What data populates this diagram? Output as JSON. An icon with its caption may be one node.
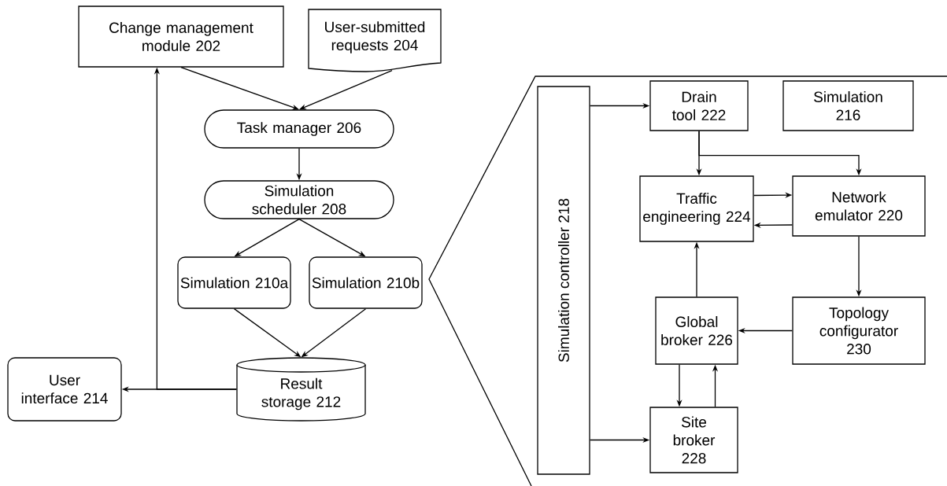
{
  "diagram": {
    "nodes": [
      {
        "text": [
          "Change management module 202"
        ]
      },
      {
        "text": [
          "User-submitted requests 204"
        ]
      },
      {
        "text": [
          "Task manager 206"
        ]
      },
      {
        "text": [
          "Simulation scheduler 208"
        ]
      },
      {
        "text": [
          "Simulation 210a"
        ]
      },
      {
        "text": [
          "Simulation 210b"
        ]
      },
      {
        "text": [
          "Result storage 212"
        ]
      },
      {
        "text": [
          "User interface 214"
        ]
      },
      {
        "text": [
          "Drain tool 222"
        ]
      },
      {
        "text": [
          "Simulation 216"
        ]
      },
      {
        "text": [
          "Simulation controller 218"
        ]
      },
      {
        "text": [
          "Traffic engineering 224"
        ]
      },
      {
        "text": [
          "Network emulator 220"
        ]
      },
      {
        "text": [
          "Global broker 226"
        ]
      },
      {
        "text": [
          "Topology configurator 230"
        ]
      },
      {
        "text": [
          "Site broker 228"
        ]
      }
    ],
    "edges": [
      {
        "from": 0,
        "to": 2,
        "arrow": "to"
      },
      {
        "from": 1,
        "to": 2,
        "arrow": "to"
      },
      {
        "from": 2,
        "to": 3,
        "arrow": "to"
      },
      {
        "from": 3,
        "to": 4,
        "arrow": "to"
      },
      {
        "from": 3,
        "to": 5,
        "arrow": "to"
      },
      {
        "from": 4,
        "to": 6,
        "arrow": "to"
      },
      {
        "from": 5,
        "to": 6,
        "arrow": "to"
      },
      {
        "from": 6,
        "to": 7,
        "arrow": "to"
      },
      {
        "from": 6,
        "to": 0,
        "arrow": "to"
      },
      {
        "from": 10,
        "to": 8,
        "arrow": "to"
      },
      {
        "from": 10,
        "to": 15,
        "arrow": "to"
      },
      {
        "from": 8,
        "to": 11,
        "arrow": "to"
      },
      {
        "from": 8,
        "to": 12,
        "arrow": "to"
      },
      {
        "from": 11,
        "to": 12,
        "arrow": "to"
      },
      {
        "from": 12,
        "to": 11,
        "arrow": "to"
      },
      {
        "from": 13,
        "to": 11,
        "arrow": "to"
      },
      {
        "from": 12,
        "to": 14,
        "arrow": "to"
      },
      {
        "from": 14,
        "to": 13,
        "arrow": "to"
      },
      {
        "from": 13,
        "to": 15,
        "arrow": "to"
      },
      {
        "from": 15,
        "to": 13,
        "arrow": "to"
      }
    ]
  }
}
